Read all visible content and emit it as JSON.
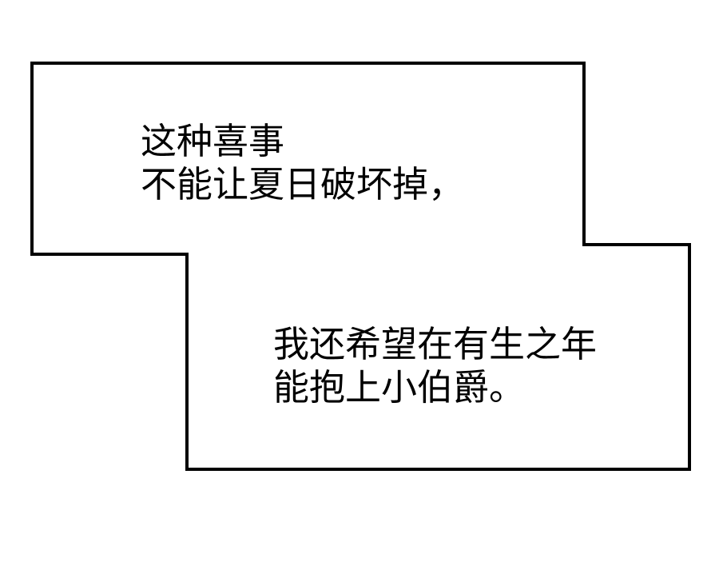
{
  "narration": {
    "box_1": {
      "lines": [
        "这种喜事",
        "不能让夏日破坏掉，"
      ]
    },
    "box_2": {
      "lines": [
        "我还希望在有生之年",
        "能抱上小伯爵。"
      ]
    }
  },
  "colors": {
    "background": "#ffffff",
    "border": "#000000",
    "text": "#000000"
  }
}
